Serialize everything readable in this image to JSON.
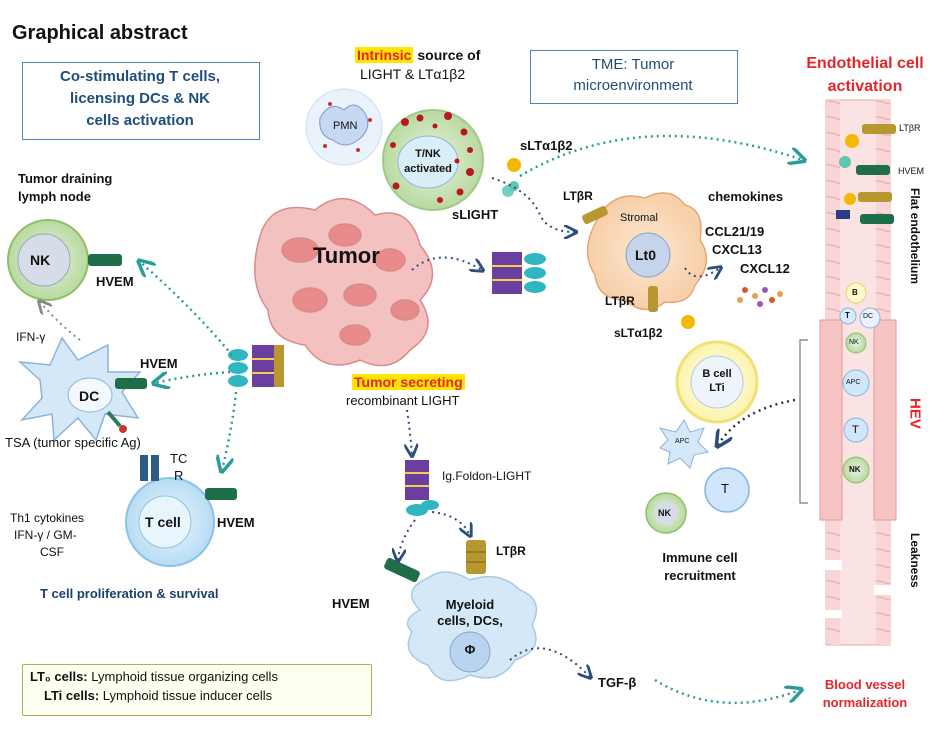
{
  "title": "Graphical abstract",
  "top_left_box": {
    "lines": [
      "Co-stimulating T cells,",
      "licensing DCs & NK",
      "cells activation"
    ]
  },
  "intrinsic_source": {
    "highlight": "Intrinsic",
    "rest": "source of",
    "line2": "LIGHT & LTα1β2"
  },
  "tme_box": {
    "lines": [
      "TME: Tumor",
      "microenvironment"
    ]
  },
  "endothelial_title": {
    "lines": [
      "Endothelial cell",
      "activation"
    ]
  },
  "lymph_node": {
    "lines": [
      "Tumor draining",
      "lymph node"
    ]
  },
  "cells": {
    "pmn": "PMN",
    "tnk": [
      "T/NK",
      "activated"
    ],
    "tumor": "Tumor",
    "nk": "NK",
    "dc": "DC",
    "tcell": "T cell",
    "stromal": "Stromal",
    "lt0": "Lt0",
    "bcell": [
      "B cell",
      "LTi"
    ],
    "apc": "APC",
    "t": "T",
    "nk2": "NK",
    "myeloid": [
      "Myeloid",
      "cells, DCs,",
      "Φ"
    ]
  },
  "labels": {
    "slta_top": "sLTα1β2",
    "slight": "sLIGHT",
    "ltbr1": "LTβR",
    "chemokines": "chemokines",
    "ccl": "CCL21/19",
    "cxcl13": "CXCL13",
    "cxcl12": "CXCL12",
    "ltbr2": "LTβR",
    "slta_bottom": "sLTα1β2",
    "hvem_nk": "HVEM",
    "ifn": "IFN-γ",
    "hvem_dc": "HVEM",
    "tsa": "TSA (tumor specific Ag)",
    "tcr": [
      "TC",
      "R"
    ],
    "th1": [
      "Th1 cytokines",
      "IFN-γ / GM-",
      "CSF"
    ],
    "hvem_t": "HVEM",
    "tprolif": "T cell proliferation & survival",
    "tumor_secreting_hl": "Tumor secreting",
    "recombinant": "recombinant LIGHT",
    "igfoldon": "Ig.Foldon-LIGHT",
    "ltbr3": "LTβR",
    "hvem_my": "HVEM",
    "tgfb": "TGF-β",
    "immune_recruit": [
      "Immune cell",
      "recruitment"
    ],
    "blood_vessel": [
      "Blood vessel",
      "normalization"
    ],
    "v_ltbr": "LTβR",
    "v_hvem": "HVEM",
    "flat_endo": "Flat endothelium",
    "hev": "HEV",
    "leakness": "Leakness",
    "v_b": "B",
    "v_t1": "T",
    "v_dc": "DC",
    "v_nk1": "NK",
    "v_apc": "APC",
    "v_t2": "T",
    "v_nk2": "NK"
  },
  "legend": {
    "line1_bold": "LT₀ cells:",
    "line1_rest": "Lymphoid tissue organizing cells",
    "line2_bold": "LTi cells:",
    "line2_rest": "Lymphoid tissue inducer cells"
  },
  "colors": {
    "accent_blue": "#1f4e79",
    "red": "#e3262b",
    "highlight": "#ffe500",
    "teal_arrow": "#2a9d9a",
    "navy_arrow": "#2c4e7a"
  }
}
